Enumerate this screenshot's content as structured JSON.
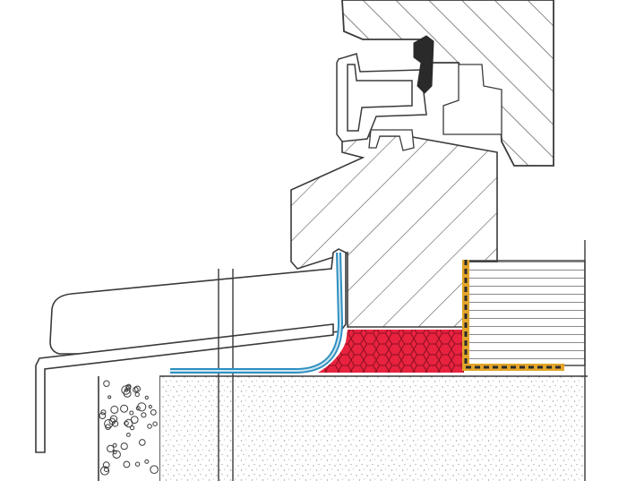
{
  "colors": {
    "background": "#ffffff",
    "outline": "#3a3a3a",
    "hatch": "#555555",
    "sealant_fill": "#e8223f",
    "sealant_cells": "#8a1020",
    "membrane_blue": "#2e8fc0",
    "membrane_core": "#cfe6f2",
    "tape_amber": "#e2a52a",
    "tape_dark": "#2a2a2a",
    "insulation_lines": "#8a8a8a",
    "stipple": "#9a9a9a",
    "gasket": "#2a2a2a"
  },
  "layers": [
    {
      "name": "window-sash-timber",
      "pattern": "diagonal-hatch"
    },
    {
      "name": "aluminium-glazing-bead",
      "pattern": "outline"
    },
    {
      "name": "rubber-gasket",
      "pattern": "solid"
    },
    {
      "name": "window-frame-timber",
      "pattern": "diagonal-hatch"
    },
    {
      "name": "external-sill-board",
      "pattern": "outline"
    },
    {
      "name": "sealing-membrane",
      "pattern": "blue-line"
    },
    {
      "name": "compression-sealant-tape",
      "pattern": "honeycomb"
    },
    {
      "name": "adhesive-tape-strip",
      "pattern": "amber-dashed"
    },
    {
      "name": "thermal-insulation",
      "pattern": "horizontal-lines"
    },
    {
      "name": "masonry-wall",
      "pattern": "stipple"
    },
    {
      "name": "render-facade",
      "pattern": "bubbles"
    }
  ]
}
